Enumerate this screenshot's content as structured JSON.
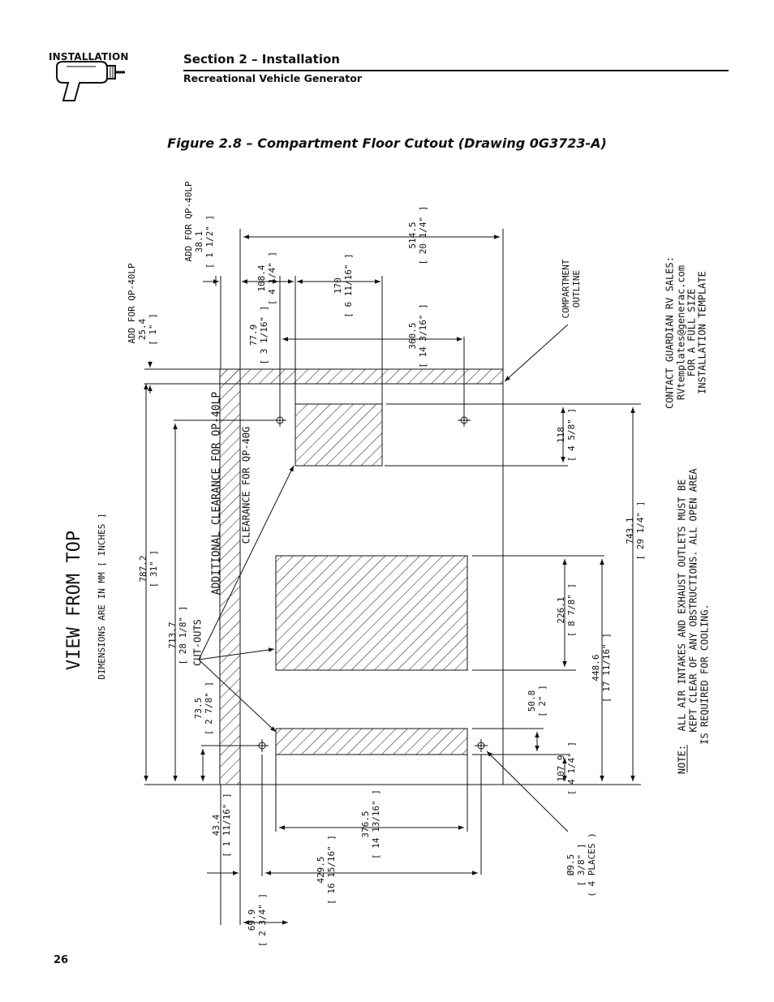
{
  "header": {
    "section_tag": "INSTALLATION",
    "section_title": "Section 2 – Installation",
    "subtitle": "Recreational Vehicle Generator"
  },
  "figure": {
    "caption": "Figure 2.8 – Compartment Floor Cutout (Drawing 0G3723-A)"
  },
  "drawing": {
    "view_title": "VIEW FROM TOP",
    "units_note": "DIMENSIONS ARE IN MM [ INCHES ]",
    "add_qp40lp_1": "ADD FOR QP-40LP",
    "add_qp40lp_1_mm": "25.4",
    "add_qp40lp_1_in": "[ 1\" ]",
    "add_qp40lp_2": "ADD FOR QP-40LP",
    "add_qp40lp_2_mm": "38.1",
    "add_qp40lp_2_in": "[ 1 1/2\" ]",
    "additional_clearance": "ADDITIONAL CLEARANCE FOR QP-40LP",
    "clearance_qp40g": "CLEARANCE FOR QP-40G",
    "cutouts": "CUT-OUTS",
    "compartment_outline_1": "COMPARTMENT",
    "compartment_outline_2": "OUTLINE",
    "contact_1": "CONTACT GUARDIAN RV SALES:",
    "contact_2": "RVtemplates@generac.com",
    "contact_3": "FOR A FULL SIZE",
    "contact_4": "INSTALLATION TEMPLATE",
    "note_label": "NOTE:",
    "note_1": "ALL AIR INTAKES AND EXHAUST OUTLETS MUST BE",
    "note_2": "KEPT CLEAR OF ANY OBSTRUCTIONS.  ALL OPEN AREA",
    "note_3": "IS REQUIRED FOR COOLING.",
    "hole_mm": "Ø9.5",
    "hole_in": "[ 3/8\" ]",
    "hole_places": "( 4 PLACES )",
    "dims": {
      "d787_mm": "787.2",
      "d787_in": "[ 31\" ]",
      "d713_mm": "713.7",
      "d713_in": "[ 28 1/8\" ]",
      "d73_mm": "73.5",
      "d73_in": "[ 2 7/8\" ]",
      "d77_mm": "77.9",
      "d77_in": "[ 3 1/16\" ]",
      "d108_mm": "108.4",
      "d108_in": "[ 4 1/4\" ]",
      "d170_mm": "170",
      "d170_in": "[ 6 11/16\" ]",
      "d360_mm": "360.5",
      "d360_in": "[ 14 3/16\" ]",
      "d514_mm": "514.5",
      "d514_in": "[ 20 1/4\" ]",
      "d118_mm": "118",
      "d118_in": "[ 4 5/8\" ]",
      "d743_mm": "743.1",
      "d743_in": "[ 29 1/4\" ]",
      "d226_mm": "226.1",
      "d226_in": "[ 8 7/8\" ]",
      "d448_mm": "448.6",
      "d448_in": "[ 17 11/16\" ]",
      "d50_mm": "50.8",
      "d50_in": "[ 2\" ]",
      "d107_mm": "107.9",
      "d107_in": "[ 4 1/4\" ]",
      "d43_mm": "43.4",
      "d43_in": "[ 1 11/16\" ]",
      "d376_mm": "376.5",
      "d376_in": "[ 14 13/16\" ]",
      "d429_mm": "429.5",
      "d429_in": "[ 16 15/16\" ]",
      "d69_mm": "69.9",
      "d69_in": "[ 2 3/4\" ]"
    }
  },
  "footer": {
    "page_number": "26"
  }
}
